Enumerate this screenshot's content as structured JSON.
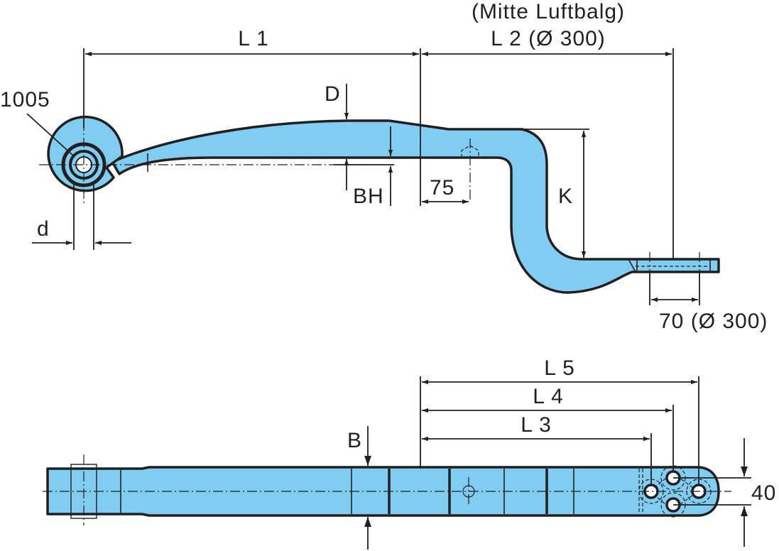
{
  "title": "Leaf spring technical drawing",
  "colors": {
    "part_fill": "#80cdf1",
    "line": "#231f20"
  },
  "side_view": {
    "note_airbag_center": "(Mitte Luftbalg)",
    "L1": "L 1",
    "L2": "L 2 (Ø 300)",
    "eye_ref": "1005",
    "D": "D",
    "BH": "BH",
    "offset_75": "75",
    "K": "K",
    "d": "d",
    "dim_70": "70 (Ø 300)"
  },
  "top_view": {
    "L5": "L 5",
    "L4": "L 4",
    "L3": "L 3",
    "B": "B",
    "dim_40": "40"
  }
}
